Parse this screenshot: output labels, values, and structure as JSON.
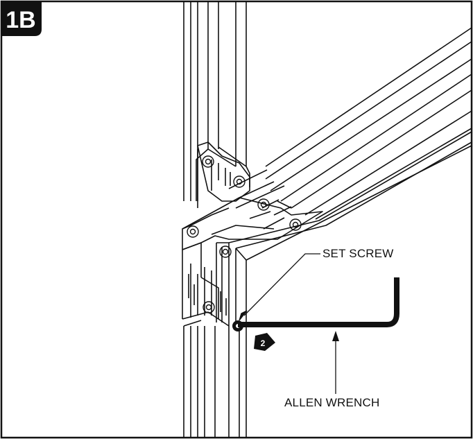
{
  "figure": {
    "badge_label": "1B",
    "step_marker": "2"
  },
  "callouts": {
    "set_screw": "SET SCREW",
    "allen_wrench": "ALLEN WRENCH"
  },
  "colors": {
    "ink": "#111111",
    "badge_fill": "#111111",
    "badge_text": "#ffffff",
    "panel_fill": "#ffffff"
  }
}
